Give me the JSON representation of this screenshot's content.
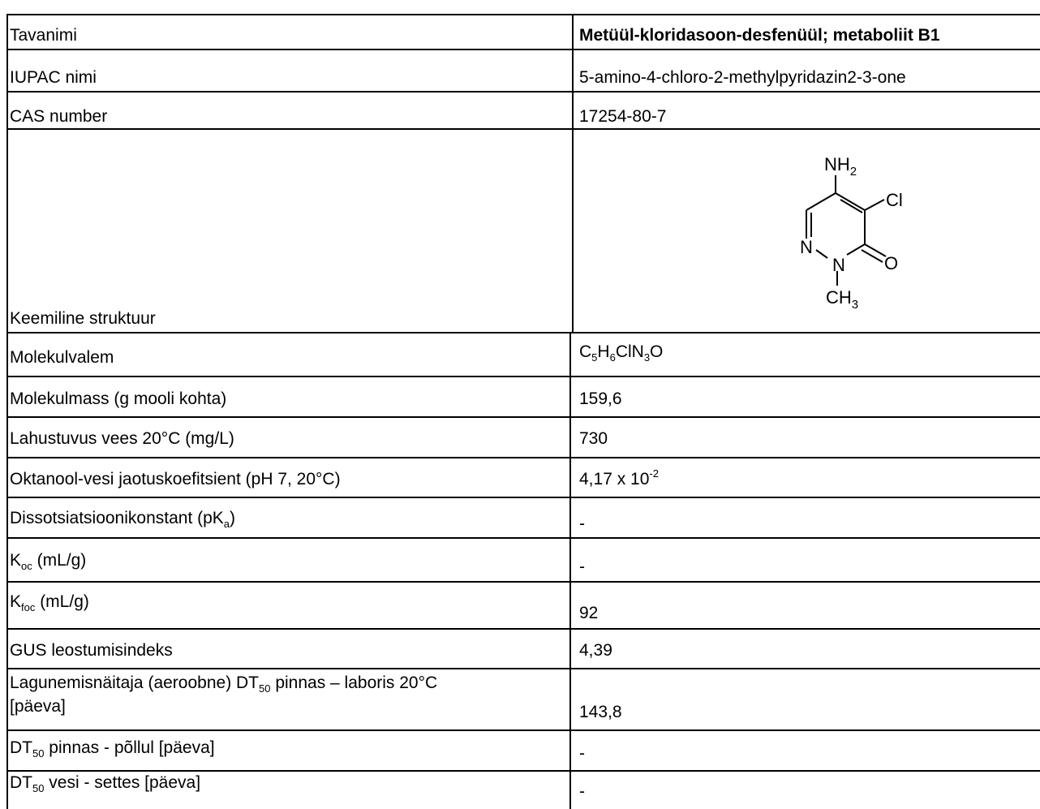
{
  "rows": [
    {
      "label": "Tavanimi",
      "value": "Metüül-kloridasoon-desfenüül; metaboliit B1"
    },
    {
      "label": "IUPAC nimi",
      "value": "5-amino-4-chloro-2-methylpyridazin2-3-one"
    },
    {
      "label": "CAS number",
      "value": "17254-80-7"
    },
    {
      "label": "Keemiline struktuur",
      "value": ""
    },
    {
      "label": "Molekulvalem",
      "value_parts": {
        "a": "C",
        "b": "5",
        "c": "H",
        "d": "6",
        "e": "ClN",
        "f": "3",
        "g": "O"
      }
    },
    {
      "label": "Molekulmass (g mooli kohta)",
      "value": "159,6"
    },
    {
      "label": "Lahustuvus vees 20°C (mg/L)",
      "value": "730"
    },
    {
      "label": "Oktanool-vesi jaotuskoefitsient (pH 7, 20°C)",
      "value_base": "4,17 x 10",
      "value_exp": "-2"
    },
    {
      "label_base": "Dissotsiatsioonikonstant (pK",
      "label_sub": "a",
      "label_end": ")",
      "value": "-"
    },
    {
      "label_base": "K",
      "label_sub": "oc",
      "label_end": " (mL/g)",
      "value": "-"
    },
    {
      "label_base": "K",
      "label_sub": "foc",
      "label_end": " (mL/g)",
      "value": "92"
    },
    {
      "label": "GUS leostumisindeks",
      "value": "4,39"
    },
    {
      "label_base": "Lagunemisnäitaja (aeroobne) DT",
      "label_sub": "50",
      "label_end": " pinnas – laboris 20°C",
      "label_line2": "[päeva]",
      "value": "143,8"
    },
    {
      "label_base": "DT",
      "label_sub": "50",
      "label_end": " pinnas - põllul [päeva]",
      "value": "-"
    },
    {
      "label_base": "DT",
      "label_sub": "50",
      "label_end": " vesi - settes [päeva]",
      "value": "-"
    }
  ],
  "structure": {
    "nh": "NH",
    "nh_sub": "2",
    "cl": "Cl",
    "n1": "N",
    "n2": "N",
    "o": "O",
    "ch": "CH",
    "ch_sub": "3"
  }
}
